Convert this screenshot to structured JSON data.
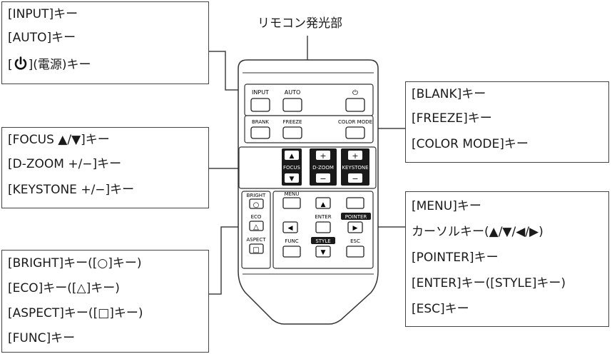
{
  "top_label": "リモコン発光部",
  "callouts": {
    "top_left": [
      "[INPUT]キー",
      "[AUTO]キー",
      "[",
      "](電源)キー"
    ],
    "mid_left": [
      "[FOCUS ▲/▼]キー",
      "[D-ZOOM +/−]キー",
      "[KEYSTONE +/−]キー"
    ],
    "bottom_left": [
      "[BRIGHT]キー([○]キー)",
      "[ECO]キー([△]キー)",
      "[ASPECT]キー([□]キー)",
      "[FUNC]キー"
    ],
    "top_right": [
      "[BLANK]キー",
      "[FREEZE]キー",
      "[COLOR MODE]キー"
    ],
    "bottom_right": [
      "[MENU]キー",
      "カーソルキー(▲/▼/◀/▶)",
      "[POINTER]キー",
      "[ENTER]キー([STYLE]キー)",
      "[ESC]キー"
    ]
  },
  "remote": {
    "input": "INPUT",
    "auto": "AUTO",
    "power_symbol": "⏻",
    "brank": "BRANK",
    "freeze": "FREEZE",
    "color_mode": "COLOR MODE",
    "focus": "FOCUS",
    "dzoom": "D-ZOOM",
    "keystone": "KEYSTONE",
    "up_tri": "▲",
    "down_tri": "▼",
    "left_tri": "◀",
    "right_tri": "▶",
    "plus": "+",
    "minus": "−",
    "bright": "BRIGHT",
    "eco": "ECO",
    "aspect": "ASPECT",
    "func": "FUNC",
    "menu": "MENU",
    "enter": "ENTER",
    "pointer": "POINTER",
    "style": "STYLE",
    "esc": "ESC",
    "circle": "○",
    "triangle": "△",
    "square": "□"
  }
}
